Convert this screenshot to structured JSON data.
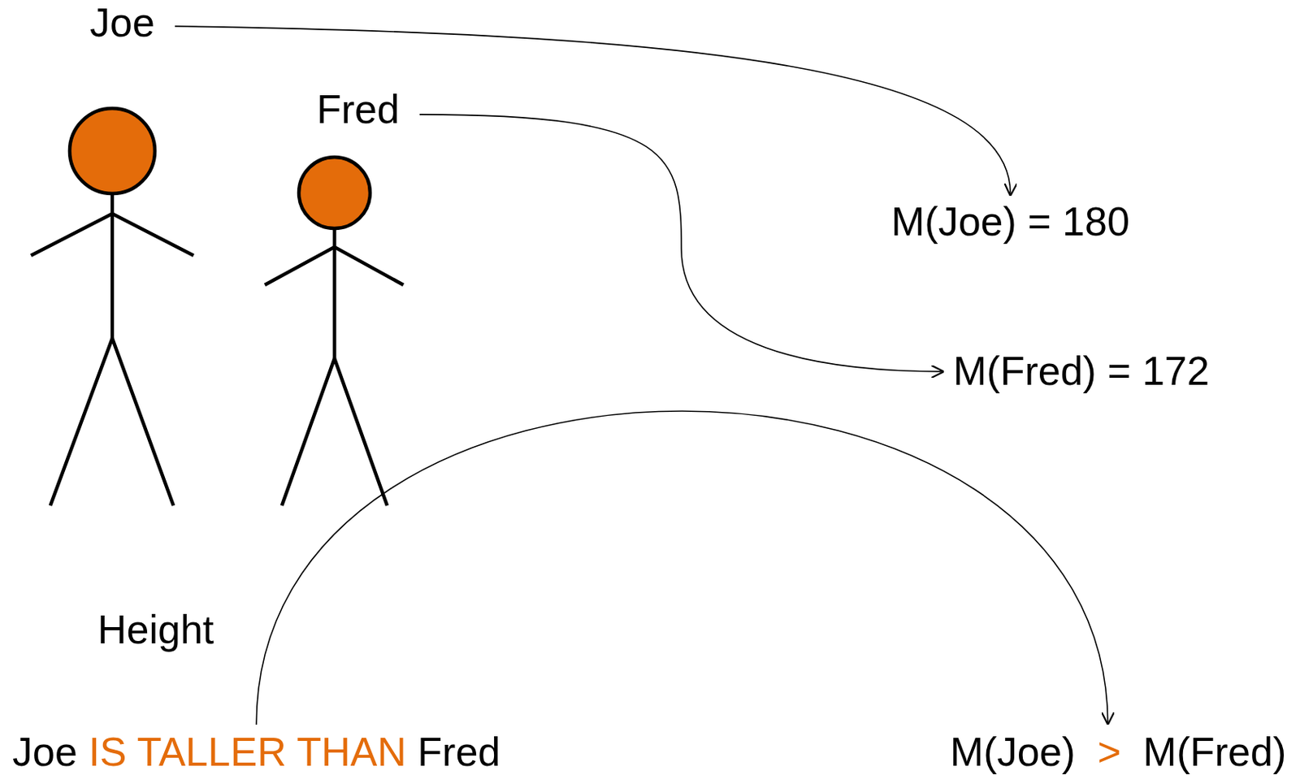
{
  "diagram": {
    "nodes": [
      {
        "text": [
          "Joe"
        ]
      },
      {
        "text": [
          "Fred"
        ]
      },
      {
        "text": [
          "M(Joe) = 180"
        ]
      },
      {
        "text": [
          "M(Fred) = 172"
        ]
      },
      {
        "text": [
          "Joe",
          "IS TALLER THAN",
          "Fred"
        ]
      },
      {
        "text": [
          "M(Joe)",
          ">",
          "M(Fred)"
        ]
      }
    ],
    "edges": [
      {
        "from": 0,
        "to": 2,
        "arrow": "to"
      },
      {
        "from": 1,
        "to": 3,
        "arrow": "to"
      },
      {
        "from": 4,
        "to": 5,
        "arrow": "to"
      }
    ],
    "labels": [
      "Height"
    ]
  }
}
